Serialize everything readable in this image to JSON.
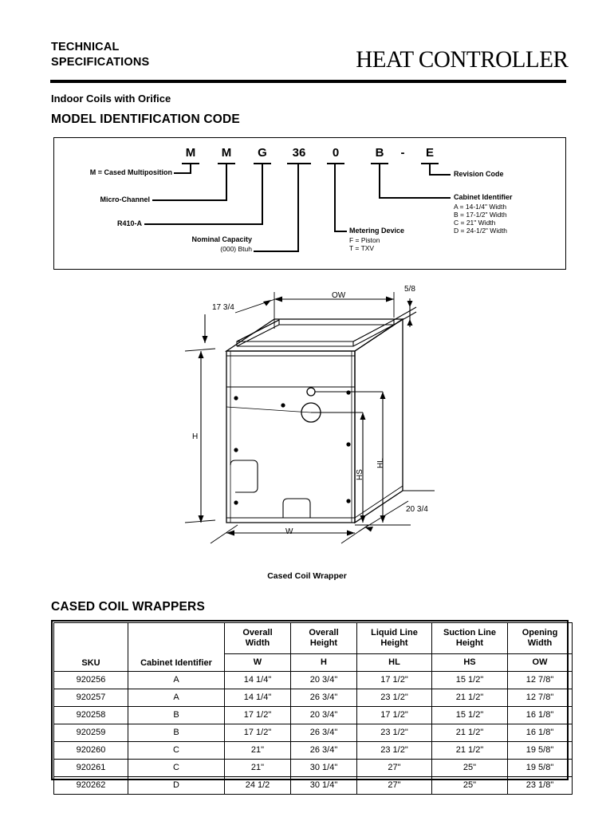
{
  "header": {
    "title_line1": "TECHNICAL",
    "title_line2": "SPECIFICATIONS",
    "brand": "HEAT CONTROLLER",
    "subtitle": "Indoor Coils with Orifice"
  },
  "model_id": {
    "section_title": "MODEL IDENTIFICATION CODE",
    "code_chars": [
      "M",
      "M",
      "G",
      "36",
      "0",
      "B",
      "-",
      "E"
    ],
    "left_labels": [
      "M = Cased Multiposition",
      "Micro-Channel",
      "R410-A"
    ],
    "nominal_capacity": {
      "title": "Nominal Capacity",
      "sub": "(000) Btuh"
    },
    "metering_device": {
      "title": "Metering Device",
      "options": [
        "F = Piston",
        "T = TXV"
      ]
    },
    "revision_code": "Revision Code",
    "cabinet_identifier": {
      "title": "Cabinet Identifier",
      "options": [
        "A = 14-1/4\" Width",
        "B = 17-1/2\" Width",
        "C = 21\" Width",
        "D = 24-1/2\" Width"
      ]
    }
  },
  "drawing": {
    "caption": "Cased Coil Wrapper",
    "dims": {
      "ow": "OW",
      "depth_top": "17 3/4",
      "flange": "5/8",
      "height": "H",
      "width": "W",
      "hs": "HS",
      "hl": "HL",
      "depth_side": "20 3/4"
    }
  },
  "table": {
    "section_title": "CASED COIL WRAPPERS",
    "headers_group": [
      "SKU",
      "Cabinet Identifier",
      "Overall Width",
      "Overall Height",
      "Liquid Line Height",
      "Suction Line Height",
      "Opening Width"
    ],
    "headers_group_l1": [
      "Overall",
      "Overall",
      "Liquid Line",
      "Suction Line",
      "Opening"
    ],
    "headers_group_l2": [
      "Width",
      "Height",
      "Height",
      "Height",
      "Width"
    ],
    "headers_symbols": [
      "W",
      "H",
      "HL",
      "HS",
      "OW"
    ],
    "rows": [
      {
        "sku": "920256",
        "cab": "A",
        "w": "14 1/4\"",
        "h": "20 3/4\"",
        "hl": "17 1/2\"",
        "hs": "15 1/2\"",
        "ow": "12 7/8\""
      },
      {
        "sku": "920257",
        "cab": "A",
        "w": "14 1/4\"",
        "h": "26 3/4\"",
        "hl": "23 1/2\"",
        "hs": "21 1/2\"",
        "ow": "12 7/8\""
      },
      {
        "sku": "920258",
        "cab": "B",
        "w": "17 1/2\"",
        "h": "20 3/4\"",
        "hl": "17 1/2\"",
        "hs": "15 1/2\"",
        "ow": "16 1/8\""
      },
      {
        "sku": "920259",
        "cab": "B",
        "w": "17 1/2\"",
        "h": "26 3/4\"",
        "hl": "23 1/2\"",
        "hs": "21 1/2\"",
        "ow": "16 1/8\""
      },
      {
        "sku": "920260",
        "cab": "C",
        "w": "21\"",
        "h": "26 3/4\"",
        "hl": "23 1/2\"",
        "hs": "21 1/2\"",
        "ow": "19 5/8\""
      },
      {
        "sku": "920261",
        "cab": "C",
        "w": "21\"",
        "h": "30 1/4\"",
        "hl": "27\"",
        "hs": "25\"",
        "ow": "19 5/8\""
      },
      {
        "sku": "920262",
        "cab": "D",
        "w": "24 1/2",
        "h": "30 1/4\"",
        "hl": "27\"",
        "hs": "25\"",
        "ow": "23 1/8\""
      }
    ]
  }
}
